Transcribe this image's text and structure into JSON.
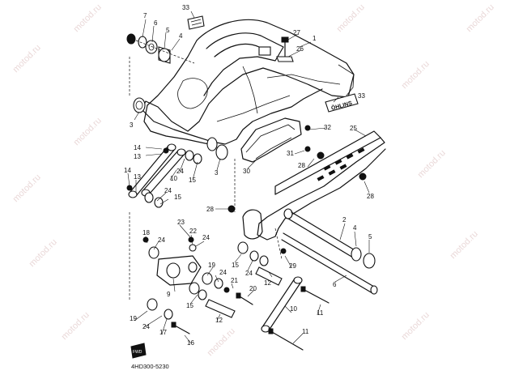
{
  "diagram_code": "4HD300-5230",
  "watermark": "motod.ru",
  "brand_tag": "ÖHLINS",
  "front_label": "FWD",
  "callouts": [
    {
      "id": "c33a",
      "text": "33"
    },
    {
      "id": "c7",
      "text": "7"
    },
    {
      "id": "c6",
      "text": "6"
    },
    {
      "id": "c5a",
      "text": "5"
    },
    {
      "id": "c4a",
      "text": "4"
    },
    {
      "id": "c27",
      "text": "27"
    },
    {
      "id": "c1",
      "text": "1"
    },
    {
      "id": "c26",
      "text": "26"
    },
    {
      "id": "c3a",
      "text": "3"
    },
    {
      "id": "c33b",
      "text": "33"
    },
    {
      "id": "c32",
      "text": "32"
    },
    {
      "id": "c25",
      "text": "25"
    },
    {
      "id": "c14a",
      "text": "14"
    },
    {
      "id": "c13a",
      "text": "13"
    },
    {
      "id": "c24a",
      "text": "24"
    },
    {
      "id": "c15a",
      "text": "15"
    },
    {
      "id": "c3b",
      "text": "3"
    },
    {
      "id": "c31",
      "text": "31"
    },
    {
      "id": "c28a",
      "text": "28"
    },
    {
      "id": "c30",
      "text": "30"
    },
    {
      "id": "c14b",
      "text": "14"
    },
    {
      "id": "c13b",
      "text": "13"
    },
    {
      "id": "c10a",
      "text": "10"
    },
    {
      "id": "c24b",
      "text": "24"
    },
    {
      "id": "c15b",
      "text": "15"
    },
    {
      "id": "c28b",
      "text": "28"
    },
    {
      "id": "c28c",
      "text": "28"
    },
    {
      "id": "c23",
      "text": "23"
    },
    {
      "id": "c22",
      "text": "22"
    },
    {
      "id": "c18",
      "text": "18"
    },
    {
      "id": "c24c",
      "text": "24"
    },
    {
      "id": "c24d",
      "text": "24"
    },
    {
      "id": "c2",
      "text": "2"
    },
    {
      "id": "c4b",
      "text": "4"
    },
    {
      "id": "c5b",
      "text": "5"
    },
    {
      "id": "c15c",
      "text": "15"
    },
    {
      "id": "c24e",
      "text": "24"
    },
    {
      "id": "c12a",
      "text": "12"
    },
    {
      "id": "c29",
      "text": "29"
    },
    {
      "id": "c6b",
      "text": "6"
    },
    {
      "id": "c19a",
      "text": "19"
    },
    {
      "id": "c24f",
      "text": "24"
    },
    {
      "id": "c21",
      "text": "21"
    },
    {
      "id": "c9",
      "text": "9"
    },
    {
      "id": "c20",
      "text": "20"
    },
    {
      "id": "c15d",
      "text": "15"
    },
    {
      "id": "c10b",
      "text": "10"
    },
    {
      "id": "c11a",
      "text": "11"
    },
    {
      "id": "c19b",
      "text": "19"
    },
    {
      "id": "c24g",
      "text": "24"
    },
    {
      "id": "c17",
      "text": "17"
    },
    {
      "id": "c12b",
      "text": "12"
    },
    {
      "id": "c16",
      "text": "16"
    },
    {
      "id": "c11b",
      "text": "11"
    }
  ]
}
